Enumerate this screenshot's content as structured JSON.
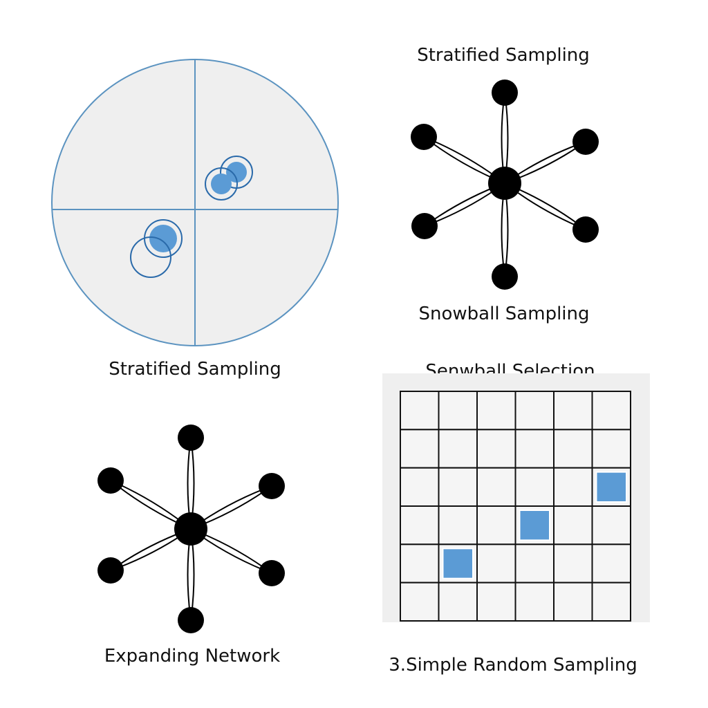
{
  "panels": {
    "circle": {
      "caption": "Stratified Sampling"
    },
    "star_top": {
      "title": "Stratified Sampling",
      "caption": "Snowball Sampling"
    },
    "star_bottom": {
      "caption": "Expanding Network"
    },
    "grid": {
      "title": "Senwball Selection",
      "caption": "3.Simple Random Sampling",
      "rows": 6,
      "cols": 6,
      "selected_cells": [
        [
          2,
          5
        ],
        [
          3,
          3
        ],
        [
          4,
          1
        ]
      ]
    }
  },
  "colors": {
    "accent": "#5b9bd5",
    "outline": "#5b93c0",
    "node": "#000000",
    "panel_fill": "#efefef"
  }
}
